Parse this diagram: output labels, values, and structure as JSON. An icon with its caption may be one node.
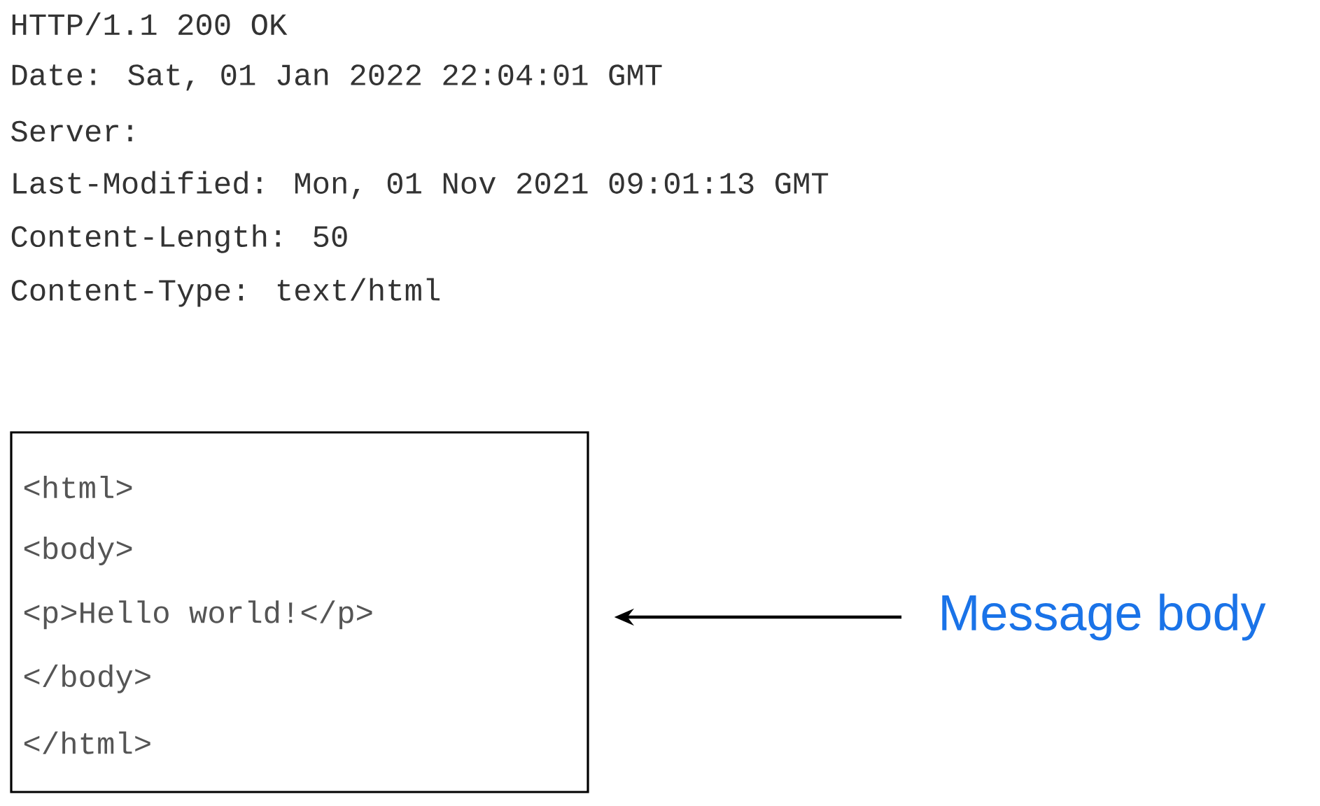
{
  "diagram": {
    "nodes": [
      {
        "text": [
          "<html>",
          "<body>",
          "<p>Hello world!</p>",
          "</body>",
          "</html>"
        ]
      },
      {
        "text": [
          "Message body"
        ]
      }
    ],
    "edges": [
      {
        "from": 1,
        "to": 0,
        "arrow": "to"
      }
    ],
    "labels": [
      "HTTP/1.1 200 OK",
      "Date: Sat, 01 Jan 2022 22:04:01 GMT",
      "Server:",
      "Last-Modified: Mon, 01 Nov 2021 09:01:13 GMT",
      "Content-Length: 50",
      "Content-Type: text/html"
    ]
  }
}
